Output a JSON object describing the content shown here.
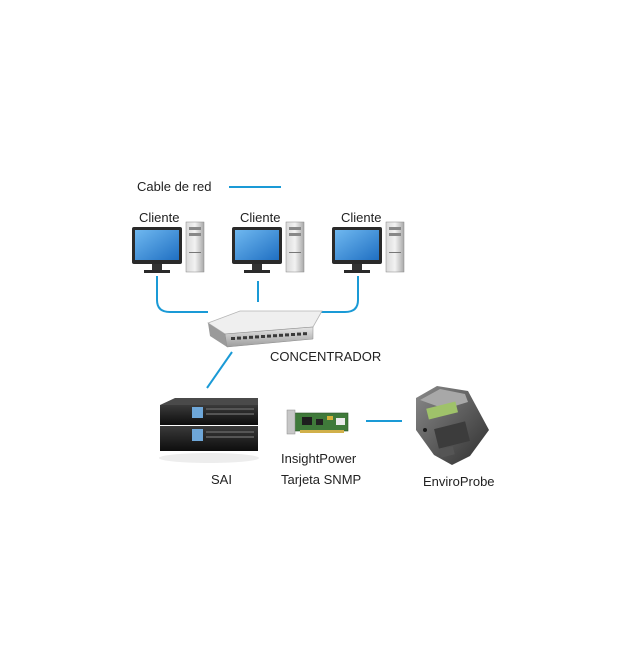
{
  "legend": {
    "label": "Cable de red",
    "line_color": "#1a9ad6"
  },
  "clients": [
    {
      "label": "Cliente"
    },
    {
      "label": "Cliente"
    },
    {
      "label": "Cliente"
    }
  ],
  "hub": {
    "label": "CONCENTRADOR"
  },
  "ups": {
    "label": "SAI"
  },
  "snmp_card": {
    "line1": "InsightPower",
    "line2": "Tarjeta SNMP"
  },
  "probe": {
    "label": "EnviroProbe"
  },
  "colors": {
    "cable": "#1a9ad6",
    "monitor_screen": "#3b8fd8",
    "device_dark": "#1c1c1c",
    "pcb": "#3f7a3a"
  }
}
